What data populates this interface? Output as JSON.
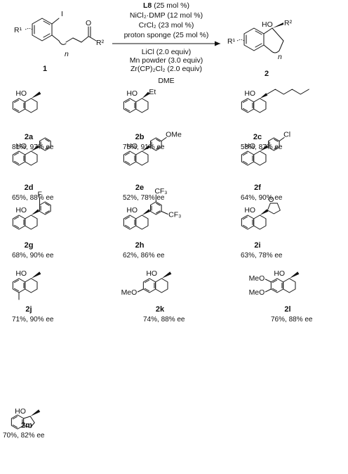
{
  "conditions": [
    {
      "bold": "L8",
      "rest": " (25 mol %)"
    },
    {
      "bold": "",
      "rest": "NiCl₂·DMP (12 mol %)"
    },
    {
      "bold": "",
      "rest": "CrCl₂ (23 mol %)"
    },
    {
      "bold": "",
      "rest": "proton sponge (25 mol %)"
    },
    {
      "bold": "",
      "rest": "LiCl (2.0 equiv)"
    },
    {
      "bold": "",
      "rest": "Mn powder  (3.0 equiv)"
    },
    {
      "bold": "",
      "rest": "Zr(CP)₂Cl₂ (2.0 equiv)"
    },
    {
      "bold": "",
      "rest": "DME"
    }
  ],
  "reactant": {
    "label": "1",
    "r1": "R¹",
    "iodo": "I",
    "oxygen": "O",
    "r2": "R²",
    "n": "n"
  },
  "product": {
    "label": "2",
    "ho": "HO",
    "r2": "R²",
    "r1": "R¹",
    "n": "n"
  },
  "products": [
    {
      "id": "2a",
      "label": "2a",
      "yield": "81%, 97% ee",
      "sub": "Me"
    },
    {
      "id": "2b",
      "label": "2b",
      "yield": "75%, 91% ee",
      "sub": "Et",
      "sub_text": "Et"
    },
    {
      "id": "2c",
      "label": "2c",
      "yield": "53%, 87% ee",
      "sub": "hexyl"
    },
    {
      "id": "2d",
      "label": "2d",
      "yield": "65%, 88% ee",
      "sub": "Ph"
    },
    {
      "id": "2e",
      "label": "2e",
      "yield": "52%, 78% ee",
      "sub": "Ar",
      "para": "OMe"
    },
    {
      "id": "2f",
      "label": "2f",
      "yield": "64%, 90% ee",
      "sub": "Ar",
      "para": "Cl"
    },
    {
      "id": "2g",
      "label": "2g",
      "yield": "68%, 90% ee",
      "sub": "Ar",
      "meta": "F"
    },
    {
      "id": "2h",
      "label": "2h",
      "yield": "62%, 86% ee",
      "sub": "Ar",
      "meta1": "CF₃",
      "meta2": "CF₃"
    },
    {
      "id": "2i",
      "label": "2i",
      "yield": "63%, 78% ee",
      "sub": "furyl",
      "hetero": "O"
    },
    {
      "id": "2j",
      "label": "2j",
      "yield": "71%, 90% ee",
      "sub": "Me"
    },
    {
      "id": "2k",
      "label": "2k",
      "yield": "74%, 88% ee",
      "sub": "Me",
      "ring_sub": "MeO"
    },
    {
      "id": "2l",
      "label": "2l",
      "yield": "76%, 88% ee",
      "sub": "Me",
      "ring_sub1": "MeO",
      "ring_sub2": "MeO"
    },
    {
      "id": "2m",
      "label": "2m",
      "yield": "70%, 82% ee",
      "sub": "Me"
    }
  ],
  "ho_text": "HO"
}
